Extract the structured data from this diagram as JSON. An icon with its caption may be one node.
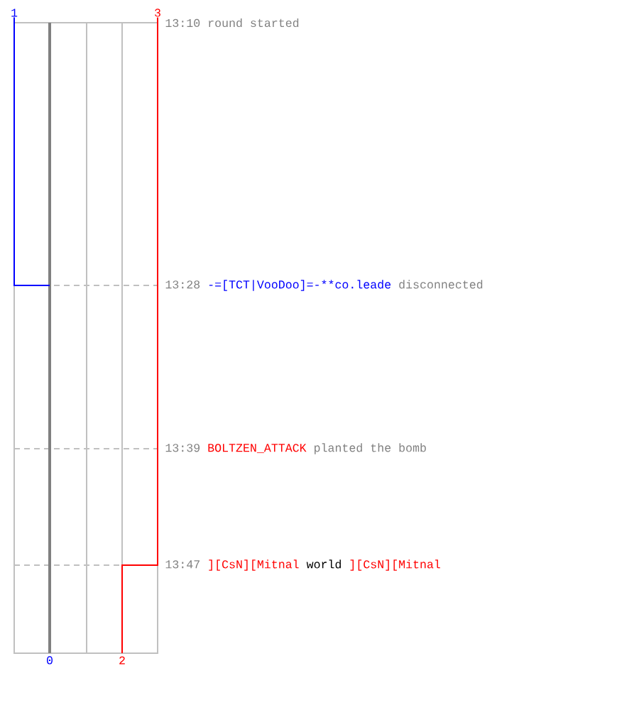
{
  "diagram": {
    "labels": [
      "1",
      "3",
      "13:10",
      "round started",
      "13:28",
      "-=[TCT|VooDoo]=-**co.leade",
      "disconnected",
      "13:39",
      "BOLTZEN_ATTACK",
      "planted the bomb",
      "13:47",
      "][CsN][Mitnal",
      "world",
      "][CsN][Mitnal",
      "0",
      "2"
    ]
  }
}
